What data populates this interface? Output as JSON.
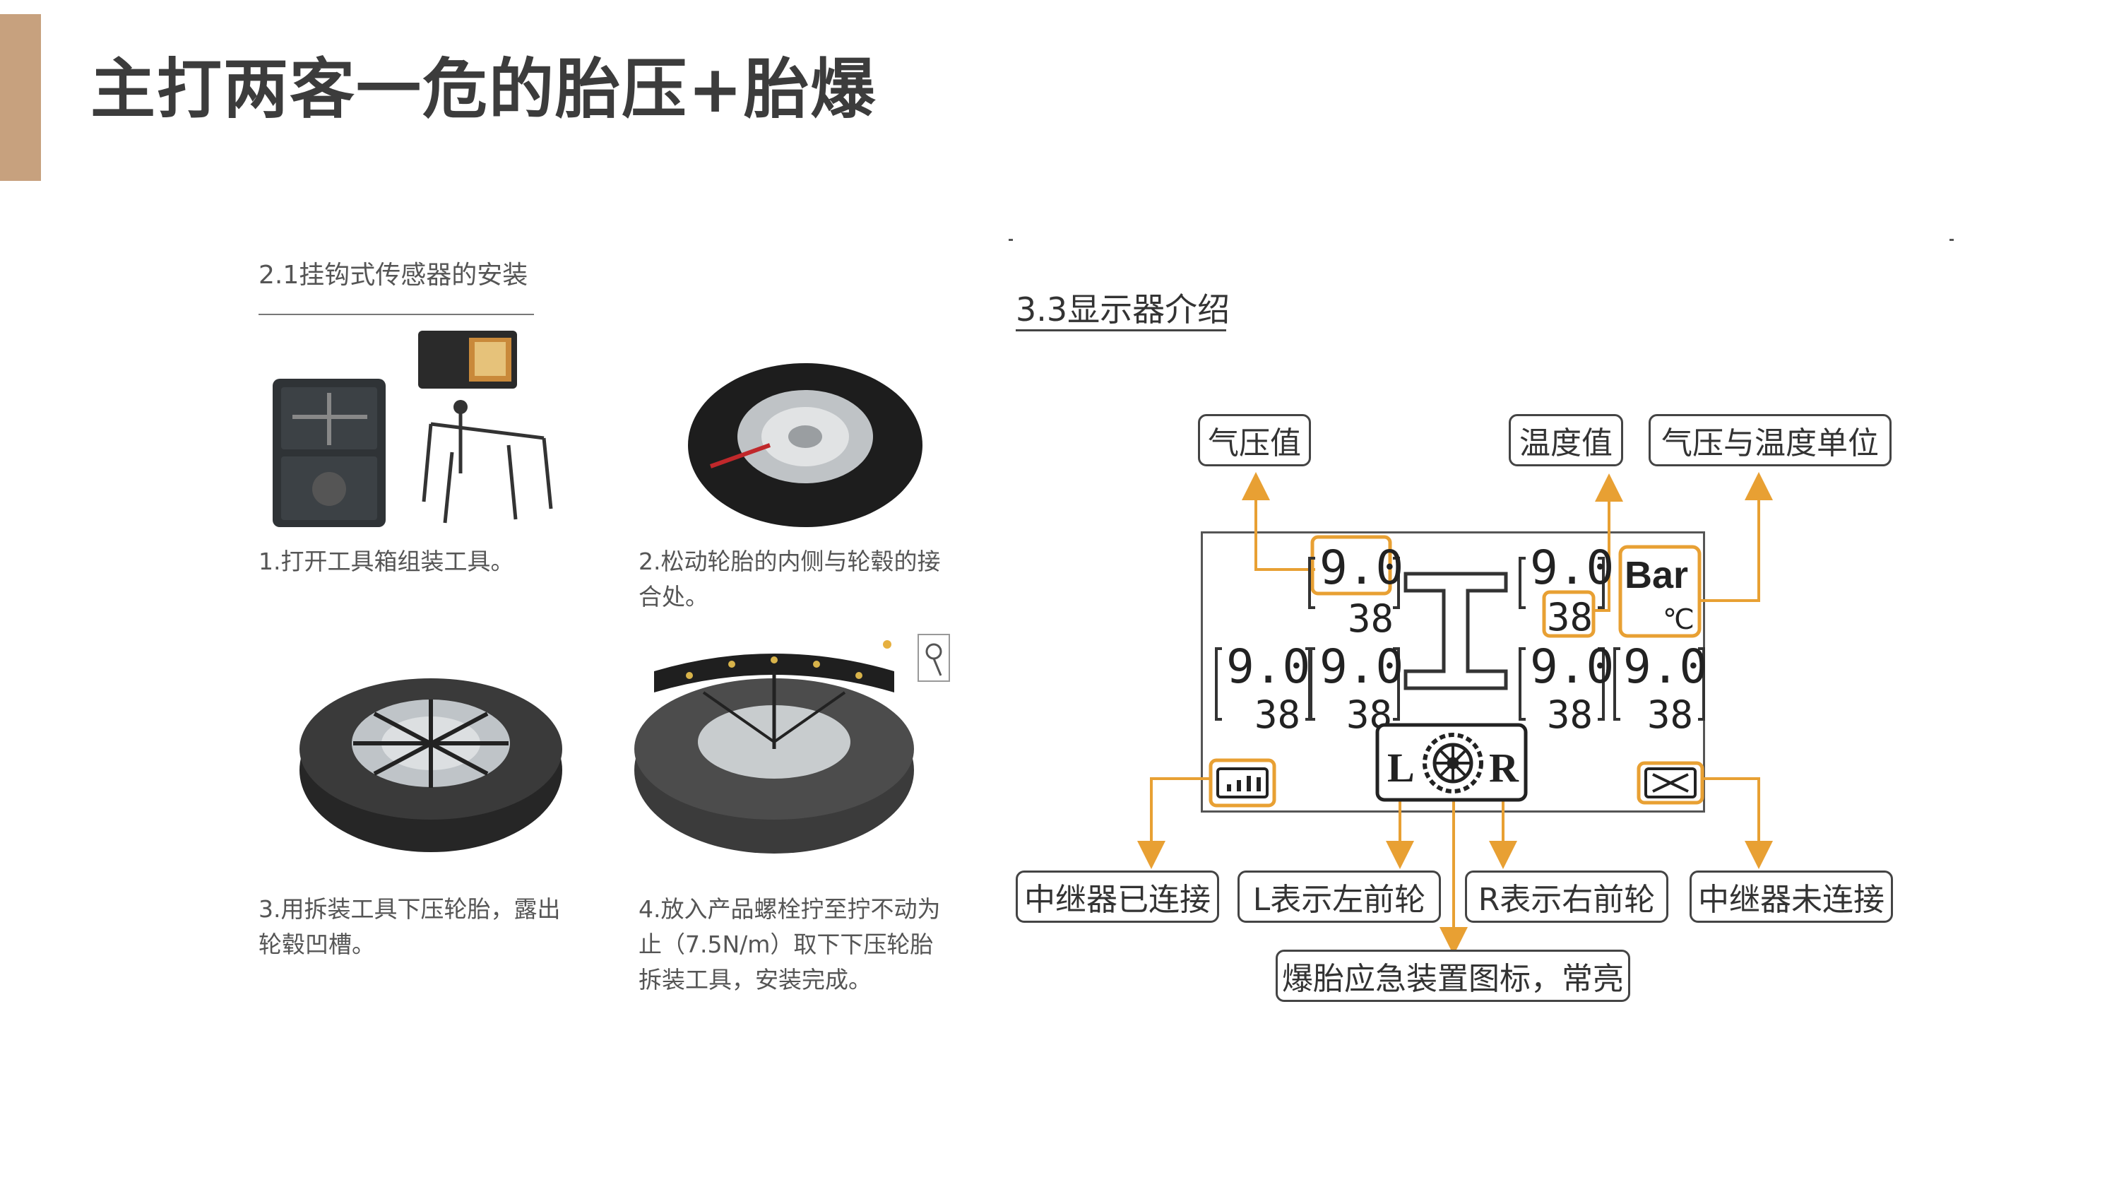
{
  "header": {
    "title": "主打两客一危的胎压+胎爆"
  },
  "left_panel": {
    "section_title": "2.1挂钩式传感器的安装",
    "steps": [
      {
        "lines": [
          "1.打开工具箱组装工具。"
        ]
      },
      {
        "lines": [
          "2.松动轮胎的内侧与轮毂的接",
          "合处。"
        ]
      },
      {
        "lines": [
          "3.用拆装工具下压轮胎，露出",
          "轮毂凹槽。"
        ]
      },
      {
        "lines": [
          "4.放入产品螺栓拧至拧不动为",
          "止（7.5N/m）取下下压轮胎",
          "拆装工具，安装完成。"
        ]
      }
    ]
  },
  "right_panel": {
    "section_title": "3.3显示器介绍",
    "callouts": {
      "pressure": "气压值",
      "temperature": "温度值",
      "units": "气压与温度单位",
      "relay_connected": "中继器已连接",
      "left_front": "L表示左前轮",
      "right_front": "R表示右前轮",
      "relay_disconnected": "中继器未连接",
      "blowout_icon": "爆胎应急装置图标，常亮"
    },
    "display": {
      "pressure_value": "9.0",
      "temperature_value": "38",
      "pressure_unit": "Bar",
      "temperature_unit": "℃",
      "left_letter": "L",
      "right_letter": "R"
    }
  },
  "colors": {
    "accent": "#c7a17e",
    "highlight": "#e8a033",
    "text": "#3c3c3c"
  }
}
